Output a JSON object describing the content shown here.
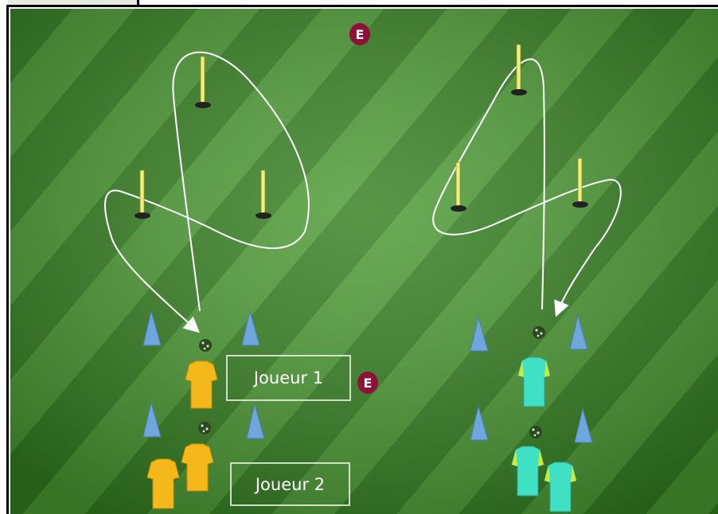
{
  "colors": {
    "grass_dark": "#2f7a1c",
    "grass_light": "#4c9c34",
    "pole": "#f3ef7a",
    "cone": "#6fa6dd",
    "jersey_yellow": "#f4b81a",
    "jersey_teal": "#3fe0c4",
    "jersey_teal_sleeve": "#c9ec3c",
    "badge": "#8e1238",
    "path": "#ffffff"
  },
  "labels": {
    "player1": "Joueur 1",
    "player2": "Joueur 2",
    "badge_top": "E",
    "badge_mid": "E"
  },
  "icons": [
    "pole-icon",
    "cone-icon",
    "ball-icon",
    "jersey-icon",
    "arrow-icon"
  ]
}
